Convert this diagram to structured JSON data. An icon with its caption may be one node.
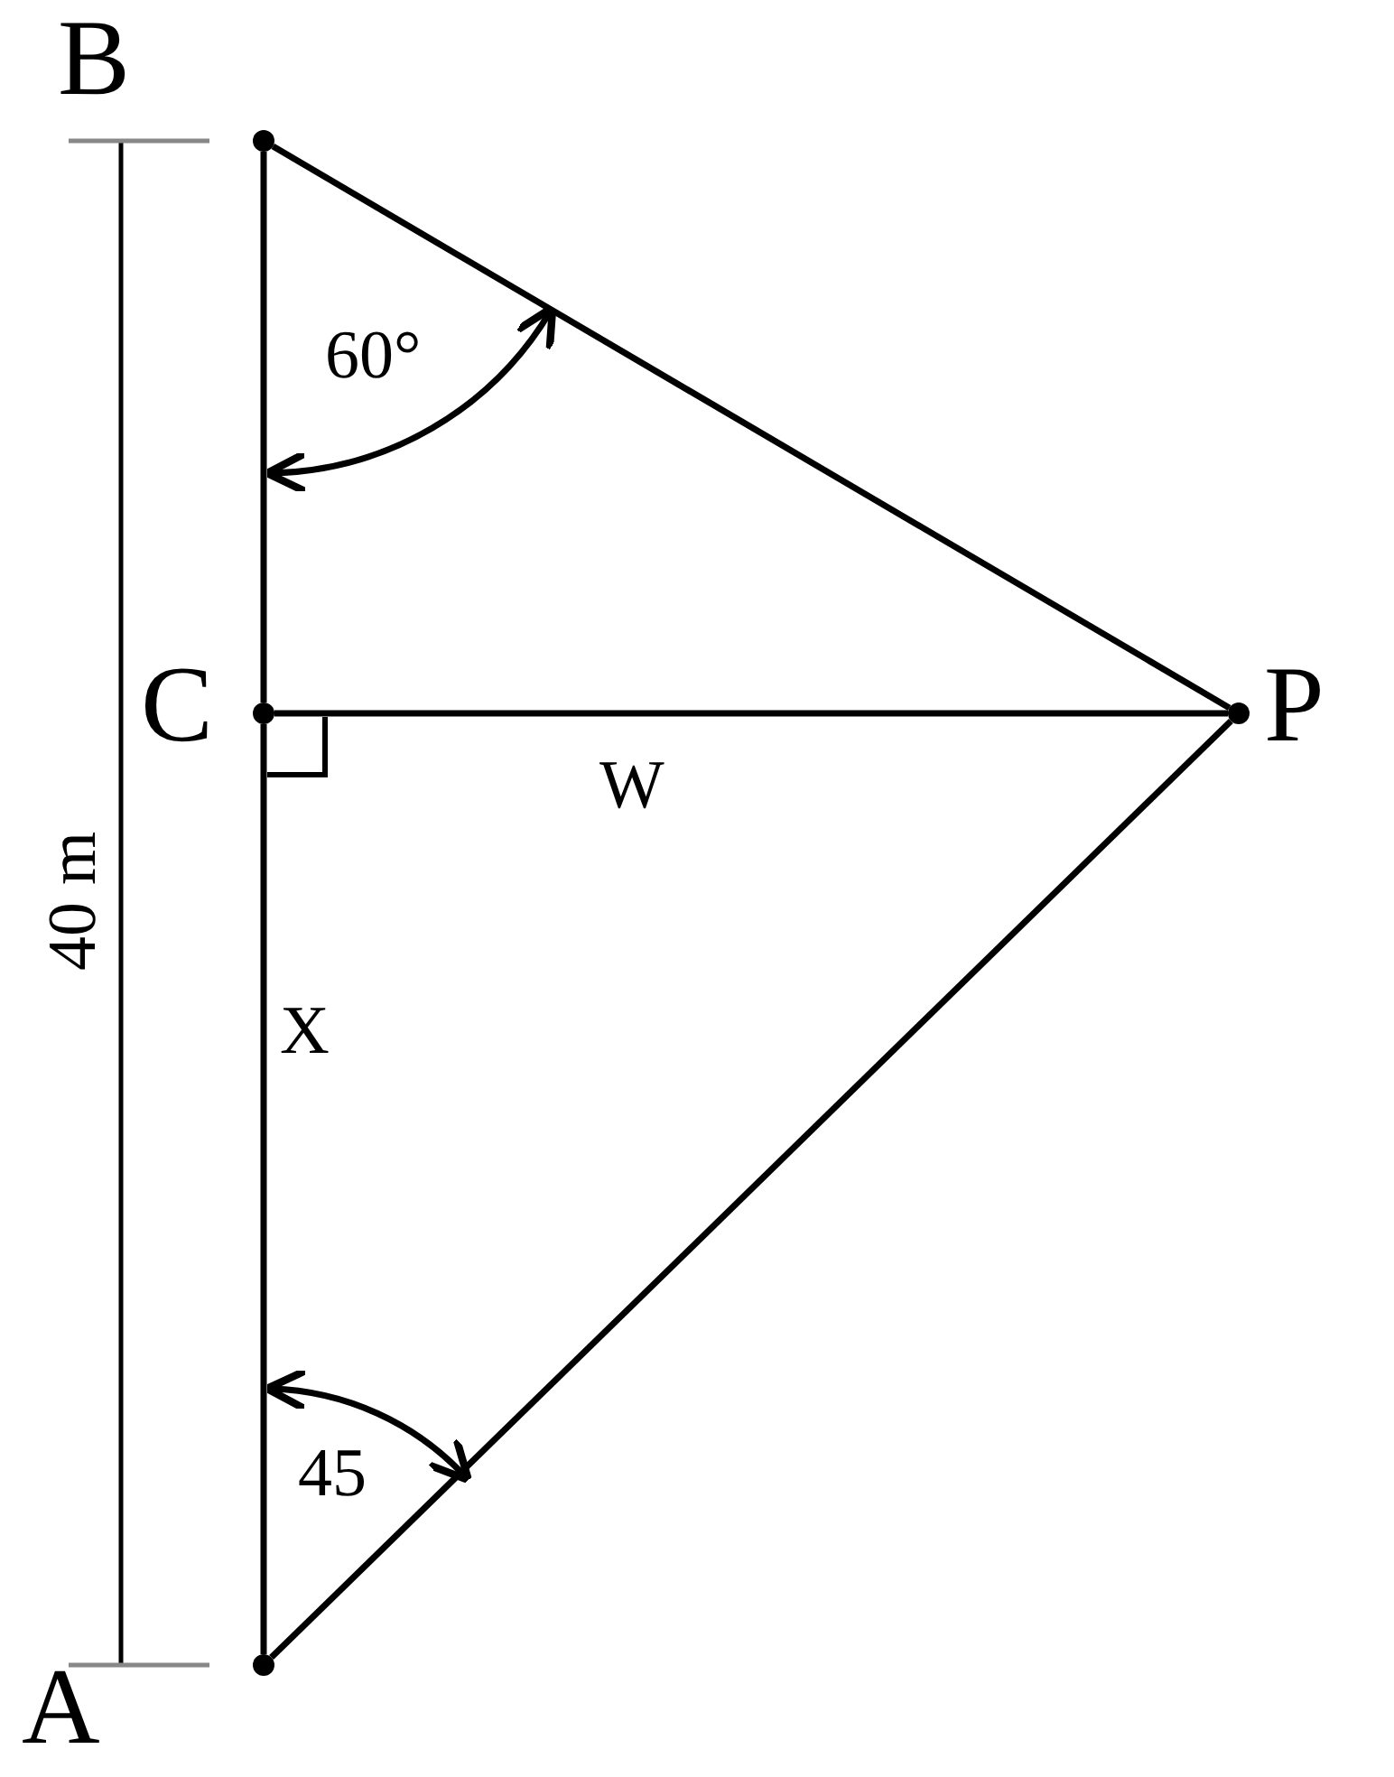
{
  "diagram": {
    "nodes": [
      {
        "text": [],
        "shape": "circle",
        "beside": [
          "B"
        ]
      },
      {
        "text": [],
        "shape": "circle",
        "beside": [
          "C"
        ]
      },
      {
        "text": [],
        "shape": "circle",
        "beside": [
          "P"
        ]
      },
      {
        "text": [],
        "shape": "circle",
        "beside": [
          "A"
        ]
      }
    ],
    "edges": [
      {
        "from": 0,
        "to": 1,
        "arrow": "none"
      },
      {
        "from": 1,
        "to": 3,
        "arrow": "none",
        "label": "X"
      },
      {
        "from": 0,
        "to": 2,
        "arrow": "none"
      },
      {
        "from": 1,
        "to": 2,
        "arrow": "none",
        "label": "W"
      },
      {
        "from": 3,
        "to": 2,
        "arrow": "none"
      }
    ],
    "labels": [
      "60°",
      "45",
      "40 m"
    ]
  }
}
